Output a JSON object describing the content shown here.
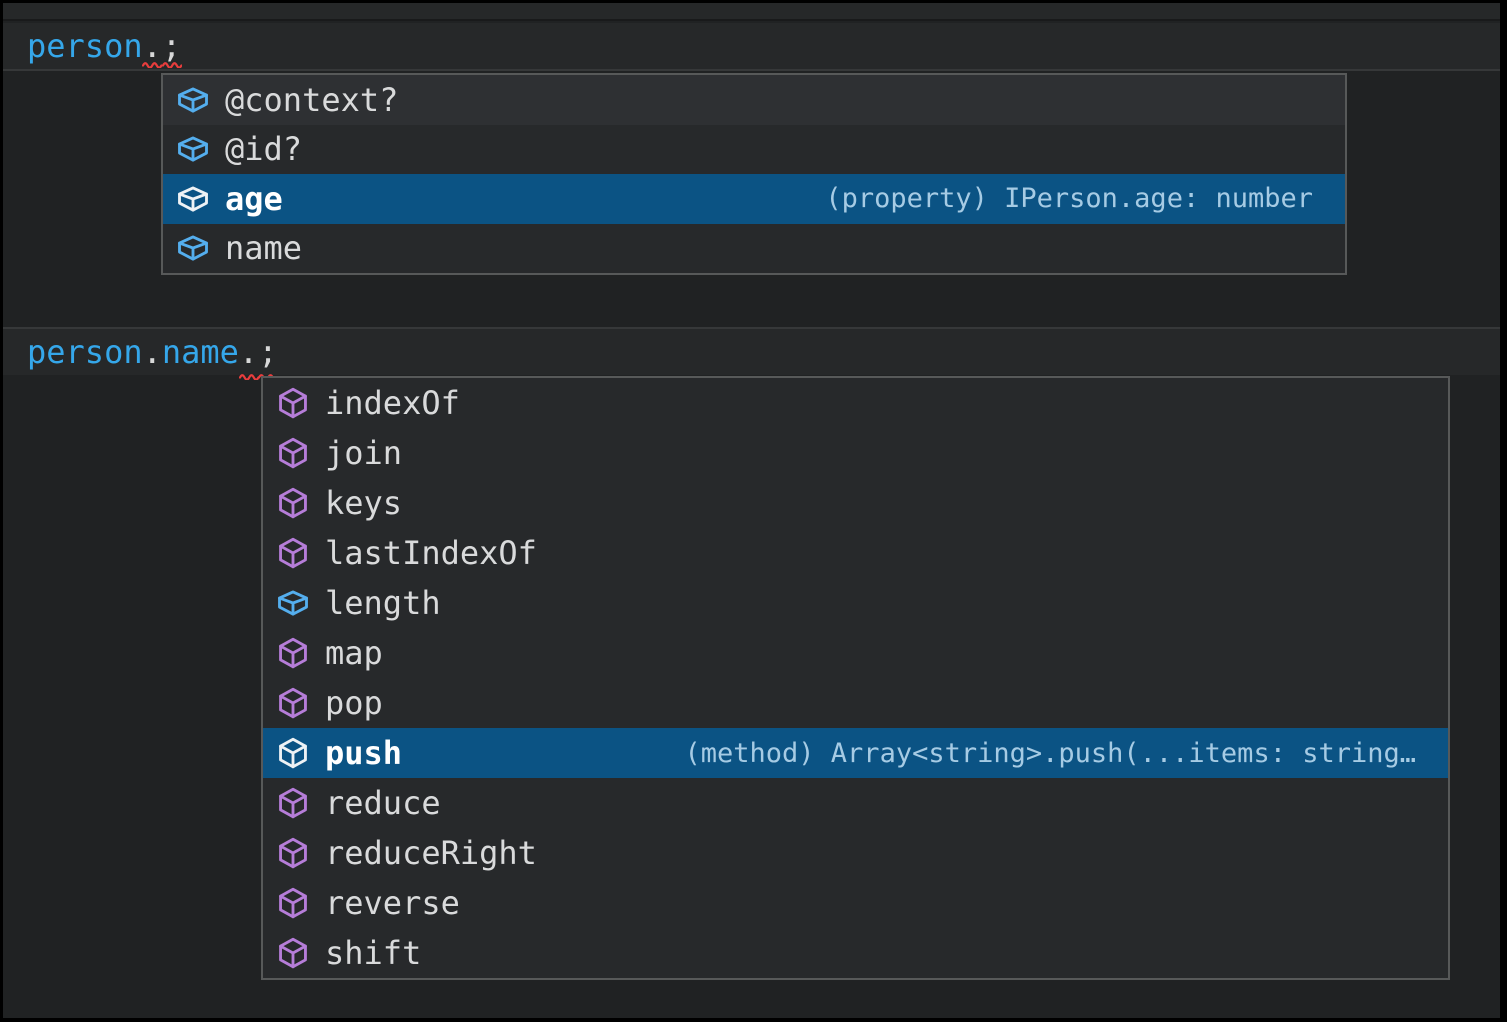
{
  "colors": {
    "selection_background": "#0b5384",
    "field_icon_blue": "#54aeee",
    "method_icon_purple": "#b67dd9",
    "identifier_blue": "#35a7ea",
    "error_squiggle_red": "#e83d3d"
  },
  "snippets": [
    {
      "code_tokens": [
        {
          "text": "person",
          "type": "identifier"
        },
        {
          "text": ".",
          "type": "punctuation"
        },
        {
          "text": ";",
          "type": "punctuation"
        }
      ],
      "suggest": {
        "items": [
          {
            "label": "@context?",
            "kind": "field",
            "state": "hovered"
          },
          {
            "label": "@id?",
            "kind": "field",
            "state": "normal"
          },
          {
            "label": "age",
            "kind": "field",
            "state": "selected",
            "detail": "(property) IPerson.age: number"
          },
          {
            "label": "name",
            "kind": "field",
            "state": "normal"
          }
        ]
      }
    },
    {
      "code_tokens": [
        {
          "text": "person",
          "type": "identifier"
        },
        {
          "text": ".",
          "type": "punctuation"
        },
        {
          "text": "name",
          "type": "identifier"
        },
        {
          "text": ".",
          "type": "punctuation"
        },
        {
          "text": ";",
          "type": "punctuation"
        }
      ],
      "suggest": {
        "items": [
          {
            "label": "indexOf",
            "kind": "method",
            "state": "normal"
          },
          {
            "label": "join",
            "kind": "method",
            "state": "normal"
          },
          {
            "label": "keys",
            "kind": "method",
            "state": "normal"
          },
          {
            "label": "lastIndexOf",
            "kind": "method",
            "state": "normal"
          },
          {
            "label": "length",
            "kind": "field",
            "state": "normal"
          },
          {
            "label": "map",
            "kind": "method",
            "state": "normal"
          },
          {
            "label": "pop",
            "kind": "method",
            "state": "normal"
          },
          {
            "label": "push",
            "kind": "method",
            "state": "selected",
            "detail": "(method) Array<string>.push(...items: string…"
          },
          {
            "label": "reduce",
            "kind": "method",
            "state": "normal"
          },
          {
            "label": "reduceRight",
            "kind": "method",
            "state": "normal"
          },
          {
            "label": "reverse",
            "kind": "method",
            "state": "normal"
          },
          {
            "label": "shift",
            "kind": "method",
            "state": "normal"
          }
        ]
      }
    }
  ]
}
